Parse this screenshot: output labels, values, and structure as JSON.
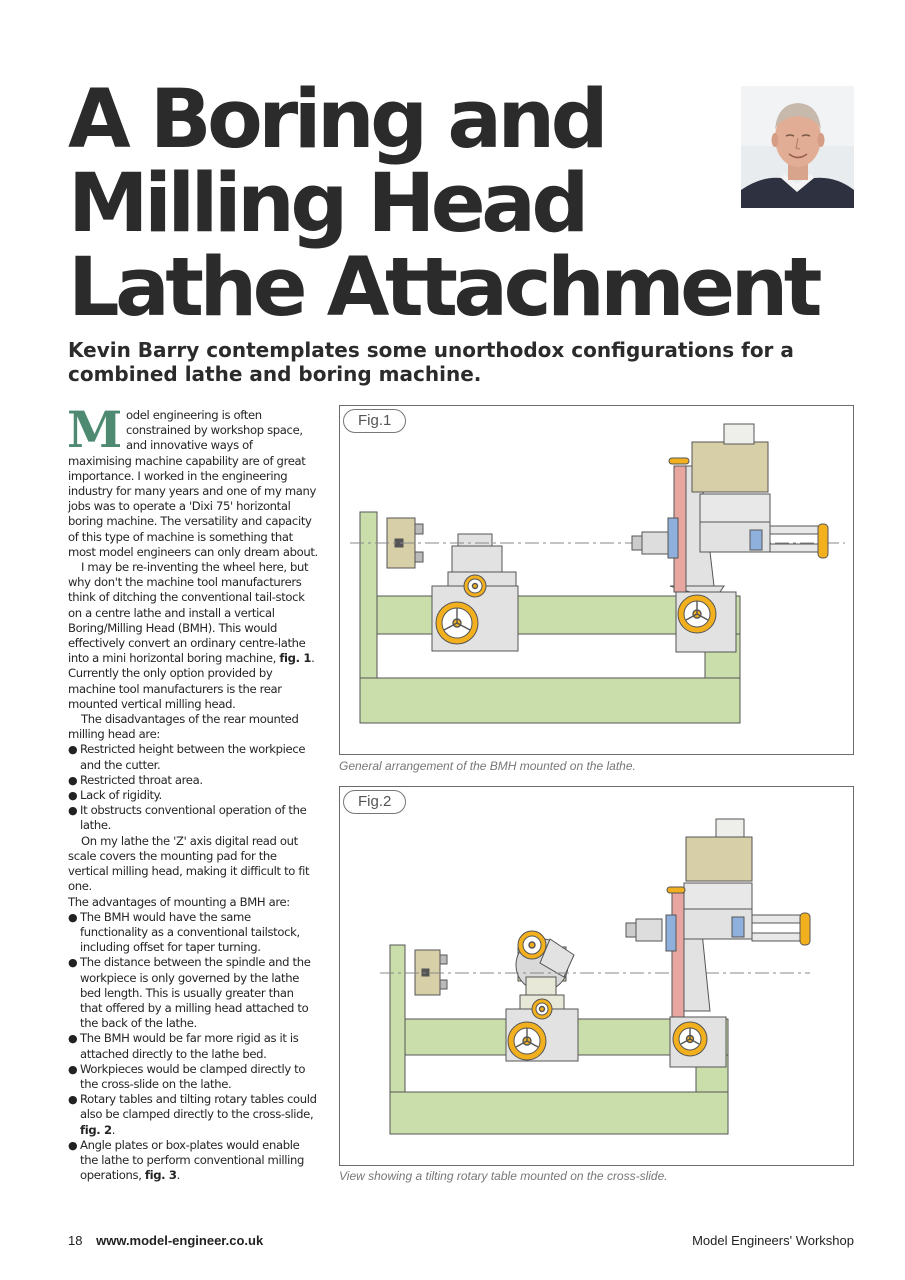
{
  "article": {
    "title_lines": [
      "A Boring and",
      "Milling Head",
      "Lathe Attachment"
    ],
    "standfirst": "Kevin Barry contemplates some unorthodox configurations for a combined lathe and boring machine.",
    "drop_cap": "M",
    "intro_rest": "odel engineering is often constrained by workshop space, and innovative ways of maximising machine capability are of great importance. I worked in the engineering industry for many years and one of my many jobs was to operate a 'Dixi 75' horizontal boring machine. The versatility and capacity of this type of machine is something that most model engineers can only dream about.",
    "para2_before": "I may be re-inventing the wheel here, but why don't the machine tool manufacturers think of ditching the conventional tail-stock on a centre lathe and install a vertical Boring/Milling Head (BMH). This would effectively convert an ordinary centre-lathe into a mini horizontal boring machine, ",
    "para2_ref": "fig. 1",
    "para2_after": ". Currently the only option provided by machine tool manufacturers is the rear mounted vertical milling head.",
    "para3": "The disadvantages of the rear mounted milling head are:",
    "disadvantages": [
      "Restricted height between the workpiece and the cutter.",
      "Restricted throat area.",
      "Lack of rigidity.",
      "It obstructs conventional operation of the lathe."
    ],
    "para4": "On my lathe the 'Z' axis digital read out scale covers the mounting pad for the vertical milling head, making it difficult to fit one.",
    "para5": "The advantages of mounting a BMH are:",
    "adv1": "The BMH would have the same functionality as a conventional tailstock, including offset for taper turning.",
    "adv2": "The distance between the spindle and the workpiece is only governed by the lathe bed length. This is usually greater than that offered by a milling head attached to the back of the lathe.",
    "adv3": "The BMH would be far more rigid as it is attached directly to the lathe bed.",
    "adv4": "Workpieces would be clamped directly to the cross-slide on the lathe.",
    "adv5_before": "Rotary tables and tilting rotary tables could also be clamped directly to the cross-slide, ",
    "adv5_ref": "fig. 2",
    "adv5_after": ".",
    "adv6_before": "Angle plates or box-plates would enable the lathe to perform conventional milling operations, ",
    "adv6_ref": "fig. 3",
    "adv6_after": "."
  },
  "figures": [
    {
      "label": "Fig.1",
      "caption": "General arrangement of the BMH mounted on the lathe."
    },
    {
      "label": "Fig.2",
      "caption": "View showing a tilting rotary table mounted on the cross-slide."
    }
  ],
  "footer": {
    "page_number": "18",
    "website": "www.model-engineer.co.uk",
    "magazine": "Model Engineers' Workshop"
  },
  "colors": {
    "title": "#2b2b2b",
    "drop_cap": "#4e8a72",
    "lathe_bed": "#c9deaa",
    "handwheel": "#f2b01e",
    "casting": "#d6cfa8",
    "steel": "#d9d9d9",
    "caption": "#777777"
  },
  "icons": [
    "author-portrait",
    "handwheel-icon",
    "lathe-chuck"
  ]
}
